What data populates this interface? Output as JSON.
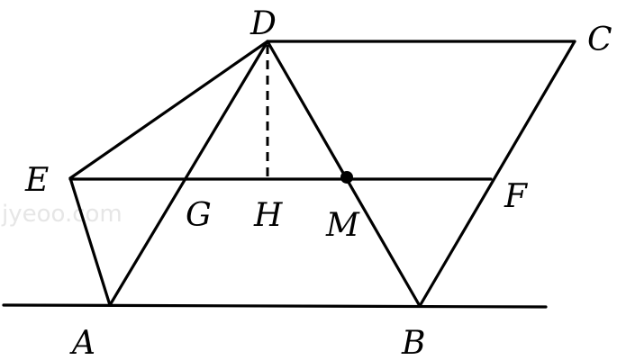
{
  "diagram": {
    "watermark": "jyeoo.com",
    "labels": {
      "D": "D",
      "C": "C",
      "E": "E",
      "F": "F",
      "G": "G",
      "H": "H",
      "M": "M",
      "A": "A",
      "B": "B"
    }
  }
}
